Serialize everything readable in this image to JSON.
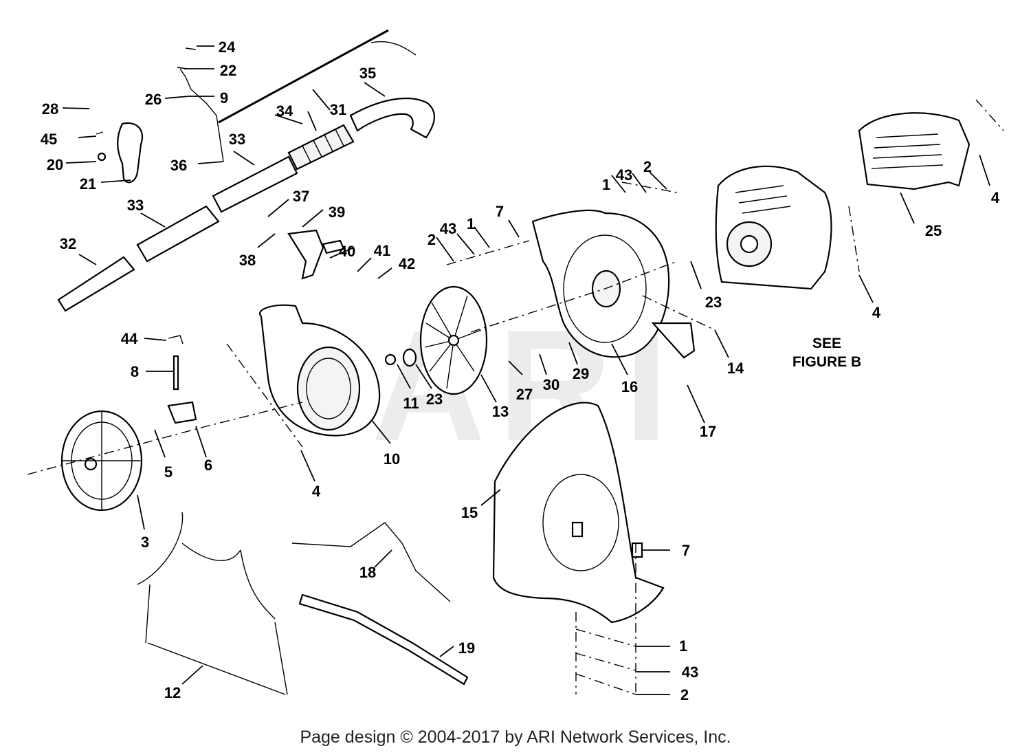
{
  "watermark": "ARI",
  "note_lines": [
    "SEE",
    "FIGURE B"
  ],
  "footer": "Page design © 2004-2017 by ARI Network Services, Inc.",
  "callouts": [
    {
      "n": "24"
    },
    {
      "n": "22"
    },
    {
      "n": "26"
    },
    {
      "n": "9"
    },
    {
      "n": "28"
    },
    {
      "n": "31"
    },
    {
      "n": "35"
    },
    {
      "n": "34"
    },
    {
      "n": "45"
    },
    {
      "n": "33"
    },
    {
      "n": "20"
    },
    {
      "n": "36"
    },
    {
      "n": "21"
    },
    {
      "n": "33"
    },
    {
      "n": "32"
    },
    {
      "n": "37"
    },
    {
      "n": "39"
    },
    {
      "n": "38"
    },
    {
      "n": "40"
    },
    {
      "n": "41"
    },
    {
      "n": "42"
    },
    {
      "n": "2"
    },
    {
      "n": "43"
    },
    {
      "n": "1"
    },
    {
      "n": "7"
    },
    {
      "n": "1"
    },
    {
      "n": "43"
    },
    {
      "n": "2"
    },
    {
      "n": "4"
    },
    {
      "n": "25"
    },
    {
      "n": "23"
    },
    {
      "n": "4"
    },
    {
      "n": "14"
    },
    {
      "n": "44"
    },
    {
      "n": "8"
    },
    {
      "n": "11"
    },
    {
      "n": "23"
    },
    {
      "n": "13"
    },
    {
      "n": "27"
    },
    {
      "n": "30"
    },
    {
      "n": "29"
    },
    {
      "n": "16"
    },
    {
      "n": "17"
    },
    {
      "n": "5"
    },
    {
      "n": "6"
    },
    {
      "n": "10"
    },
    {
      "n": "4"
    },
    {
      "n": "3"
    },
    {
      "n": "15"
    },
    {
      "n": "7"
    },
    {
      "n": "18"
    },
    {
      "n": "19"
    },
    {
      "n": "1"
    },
    {
      "n": "43"
    },
    {
      "n": "2"
    },
    {
      "n": "12"
    }
  ]
}
